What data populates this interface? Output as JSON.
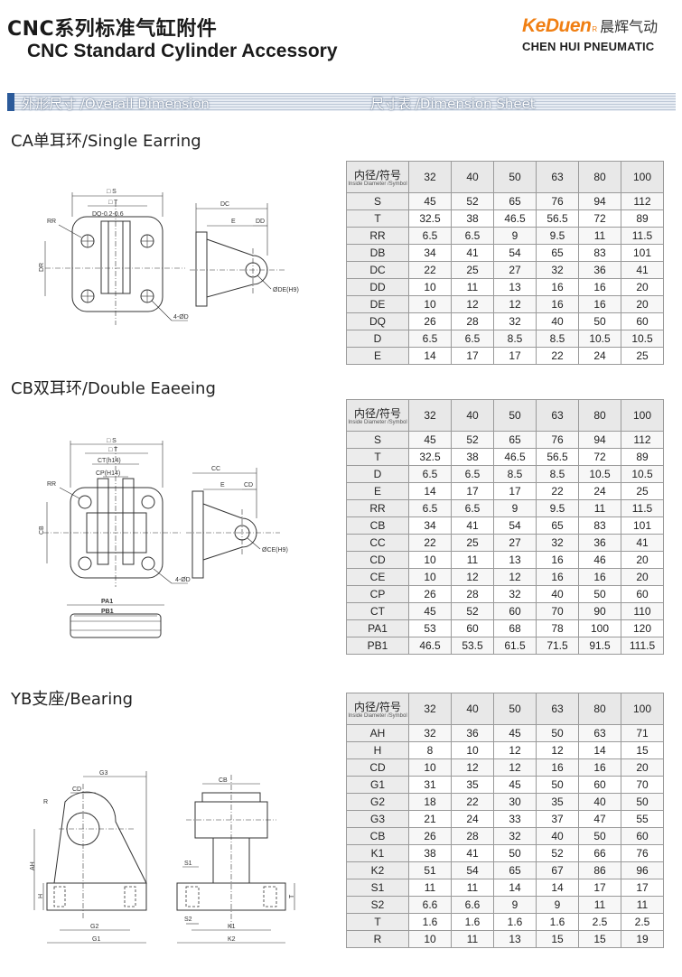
{
  "header": {
    "title_cn": "CNC系列标准气缸附件",
    "title_en": "CNC Standard Cylinder Accessory",
    "logo_brand_prefix": "Ke",
    "logo_brand_suffix": "Duen",
    "logo_reg": "R",
    "logo_cn": "晨辉气动",
    "logo_en": "CHEN HUI PNEUMATIC"
  },
  "band": {
    "left_label": "外形尺寸 /Overall Dimension",
    "right_label": "尺寸表 /Dimension Sheet"
  },
  "table_header": {
    "symbol_cn": "内径/符号",
    "symbol_en": "Inside Diameter /Symbol",
    "bores": [
      "32",
      "40",
      "50",
      "63",
      "80",
      "100"
    ]
  },
  "sections": [
    {
      "title": "CA单耳环/Single Earring",
      "labels": [
        "S",
        "T",
        "DQ-0.2-0.6",
        "RR",
        "DR",
        "4-ØD",
        "DC",
        "E",
        "DD",
        "ØDE(H9)"
      ],
      "rows": [
        {
          "sym": "S",
          "vals": [
            "45",
            "52",
            "65",
            "76",
            "94",
            "112"
          ]
        },
        {
          "sym": "T",
          "vals": [
            "32.5",
            "38",
            "46.5",
            "56.5",
            "72",
            "89"
          ]
        },
        {
          "sym": "RR",
          "vals": [
            "6.5",
            "6.5",
            "9",
            "9.5",
            "11",
            "11.5"
          ]
        },
        {
          "sym": "DB",
          "vals": [
            "34",
            "41",
            "54",
            "65",
            "83",
            "101"
          ]
        },
        {
          "sym": "DC",
          "vals": [
            "22",
            "25",
            "27",
            "32",
            "36",
            "41"
          ]
        },
        {
          "sym": "DD",
          "vals": [
            "10",
            "11",
            "13",
            "16",
            "16",
            "20"
          ]
        },
        {
          "sym": "DE",
          "vals": [
            "10",
            "12",
            "12",
            "16",
            "16",
            "20"
          ]
        },
        {
          "sym": "DQ",
          "vals": [
            "26",
            "28",
            "32",
            "40",
            "50",
            "60"
          ]
        },
        {
          "sym": "D",
          "vals": [
            "6.5",
            "6.5",
            "8.5",
            "8.5",
            "10.5",
            "10.5"
          ]
        },
        {
          "sym": "E",
          "vals": [
            "14",
            "17",
            "17",
            "22",
            "24",
            "25"
          ]
        }
      ]
    },
    {
      "title": "CB双耳环/Double Eaeeing",
      "labels": [
        "S",
        "T",
        "CT(h14)",
        "CP(H14)",
        "RR",
        "CB",
        "4-ØD",
        "CC",
        "E",
        "CD",
        "ØCE(H9)",
        "PA1",
        "PB1"
      ],
      "rows": [
        {
          "sym": "S",
          "vals": [
            "45",
            "52",
            "65",
            "76",
            "94",
            "112"
          ]
        },
        {
          "sym": "T",
          "vals": [
            "32.5",
            "38",
            "46.5",
            "56.5",
            "72",
            "89"
          ]
        },
        {
          "sym": "D",
          "vals": [
            "6.5",
            "6.5",
            "8.5",
            "8.5",
            "10.5",
            "10.5"
          ]
        },
        {
          "sym": "E",
          "vals": [
            "14",
            "17",
            "17",
            "22",
            "24",
            "25"
          ]
        },
        {
          "sym": "RR",
          "vals": [
            "6.5",
            "6.5",
            "9",
            "9.5",
            "11",
            "11.5"
          ]
        },
        {
          "sym": "CB",
          "vals": [
            "34",
            "41",
            "54",
            "65",
            "83",
            "101"
          ]
        },
        {
          "sym": "CC",
          "vals": [
            "22",
            "25",
            "27",
            "32",
            "36",
            "41"
          ]
        },
        {
          "sym": "CD",
          "vals": [
            "10",
            "11",
            "13",
            "16",
            "46",
            "20"
          ]
        },
        {
          "sym": "CE",
          "vals": [
            "10",
            "12",
            "12",
            "16",
            "16",
            "20"
          ]
        },
        {
          "sym": "CP",
          "vals": [
            "26",
            "28",
            "32",
            "40",
            "50",
            "60"
          ]
        },
        {
          "sym": "CT",
          "vals": [
            "45",
            "52",
            "60",
            "70",
            "90",
            "110"
          ]
        },
        {
          "sym": "PA1",
          "vals": [
            "53",
            "60",
            "68",
            "78",
            "100",
            "120"
          ]
        },
        {
          "sym": "PB1",
          "vals": [
            "46.5",
            "53.5",
            "61.5",
            "71.5",
            "91.5",
            "111.5"
          ]
        }
      ]
    },
    {
      "title": "YB支座/Bearing",
      "labels": [
        "G3",
        "CD",
        "R",
        "AH",
        "H",
        "G2",
        "G1",
        "CB",
        "S1",
        "S2",
        "K1",
        "K2",
        "T"
      ],
      "rows": [
        {
          "sym": "AH",
          "vals": [
            "32",
            "36",
            "45",
            "50",
            "63",
            "71"
          ]
        },
        {
          "sym": "H",
          "vals": [
            "8",
            "10",
            "12",
            "12",
            "14",
            "15"
          ]
        },
        {
          "sym": "CD",
          "vals": [
            "10",
            "12",
            "12",
            "16",
            "16",
            "20"
          ]
        },
        {
          "sym": "G1",
          "vals": [
            "31",
            "35",
            "45",
            "50",
            "60",
            "70"
          ]
        },
        {
          "sym": "G2",
          "vals": [
            "18",
            "22",
            "30",
            "35",
            "40",
            "50"
          ]
        },
        {
          "sym": "G3",
          "vals": [
            "21",
            "24",
            "33",
            "37",
            "47",
            "55"
          ]
        },
        {
          "sym": "CB",
          "vals": [
            "26",
            "28",
            "32",
            "40",
            "50",
            "60"
          ]
        },
        {
          "sym": "K1",
          "vals": [
            "38",
            "41",
            "50",
            "52",
            "66",
            "76"
          ]
        },
        {
          "sym": "K2",
          "vals": [
            "51",
            "54",
            "65",
            "67",
            "86",
            "96"
          ]
        },
        {
          "sym": "S1",
          "vals": [
            "11",
            "11",
            "14",
            "14",
            "17",
            "17"
          ]
        },
        {
          "sym": "S2",
          "vals": [
            "6.6",
            "6.6",
            "9",
            "9",
            "11",
            "11"
          ]
        },
        {
          "sym": "T",
          "vals": [
            "1.6",
            "1.6",
            "1.6",
            "1.6",
            "2.5",
            "2.5"
          ]
        },
        {
          "sym": "R",
          "vals": [
            "10",
            "11",
            "13",
            "15",
            "15",
            "19"
          ]
        }
      ]
    }
  ]
}
